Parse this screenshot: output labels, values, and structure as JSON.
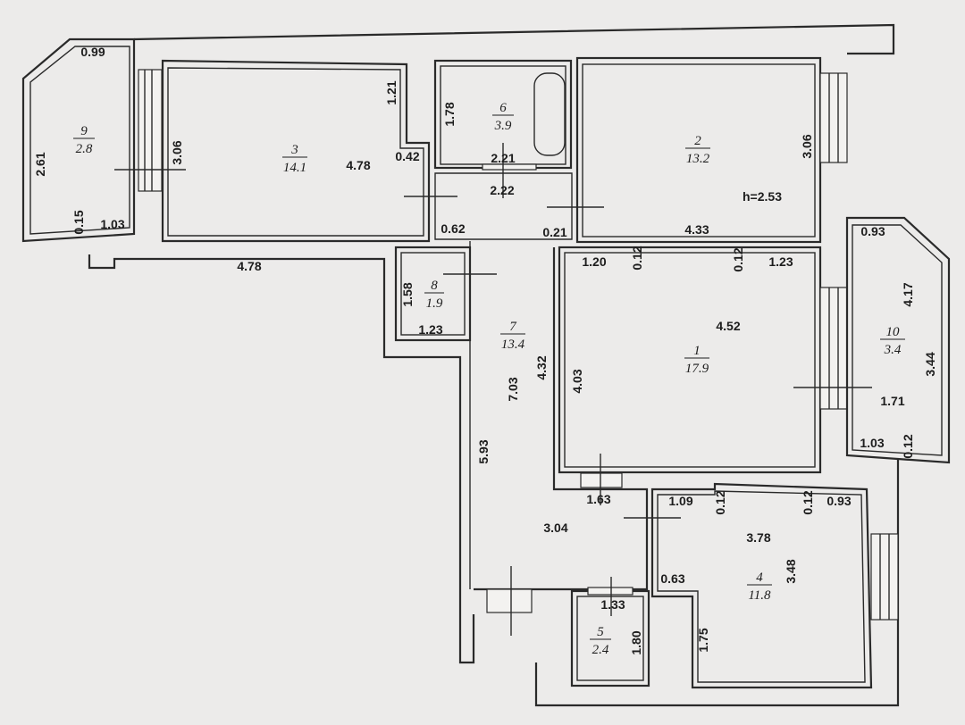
{
  "rooms": [
    {
      "id": "9",
      "number": "9",
      "area": "2.8"
    },
    {
      "id": "3",
      "number": "3",
      "area": "14.1"
    },
    {
      "id": "6",
      "number": "6",
      "area": "3.9"
    },
    {
      "id": "2",
      "number": "2",
      "area": "13.2"
    },
    {
      "id": "8",
      "number": "8",
      "area": "1.9"
    },
    {
      "id": "7",
      "number": "7",
      "area": "13.4"
    },
    {
      "id": "1",
      "number": "1",
      "area": "17.9"
    },
    {
      "id": "10",
      "number": "10",
      "area": "3.4"
    },
    {
      "id": "4",
      "number": "4",
      "area": "11.8"
    },
    {
      "id": "5",
      "number": "5",
      "area": "2.4"
    }
  ],
  "dimensions": {
    "d1": "0.99",
    "d2": "2.61",
    "d3": "3.06",
    "d4": "0.15",
    "d5": "1.03",
    "d6": "1.21",
    "d7": "4.78",
    "d8": "0.42",
    "d9": "4.78",
    "d10": "1.78",
    "d11": "2.21",
    "d12": "2.22",
    "d13": "0.62",
    "d14": "0.21",
    "d15": "3.06",
    "d16": "h=2.53",
    "d17": "4.33",
    "d18": "1.58",
    "d19": "1.23",
    "d20": "7.03",
    "d21": "4.32",
    "d22": "5.93",
    "d23": "4.03",
    "d24": "1.20",
    "d25": "0.12",
    "d26": "0.12",
    "d27": "1.23",
    "d28": "4.52",
    "d29": "0.93",
    "d30": "4.17",
    "d31": "3.44",
    "d32": "1.71",
    "d33": "1.03",
    "d34": "0.12",
    "d35": "1.63",
    "d36": "1.09",
    "d37": "0.12",
    "d38": "0.12",
    "d39": "0.93",
    "d40": "3.04",
    "d41": "3.78",
    "d42": "3.48",
    "d43": "0.63",
    "d44": "1.33",
    "d45": "1.80",
    "d46": "1.75"
  }
}
